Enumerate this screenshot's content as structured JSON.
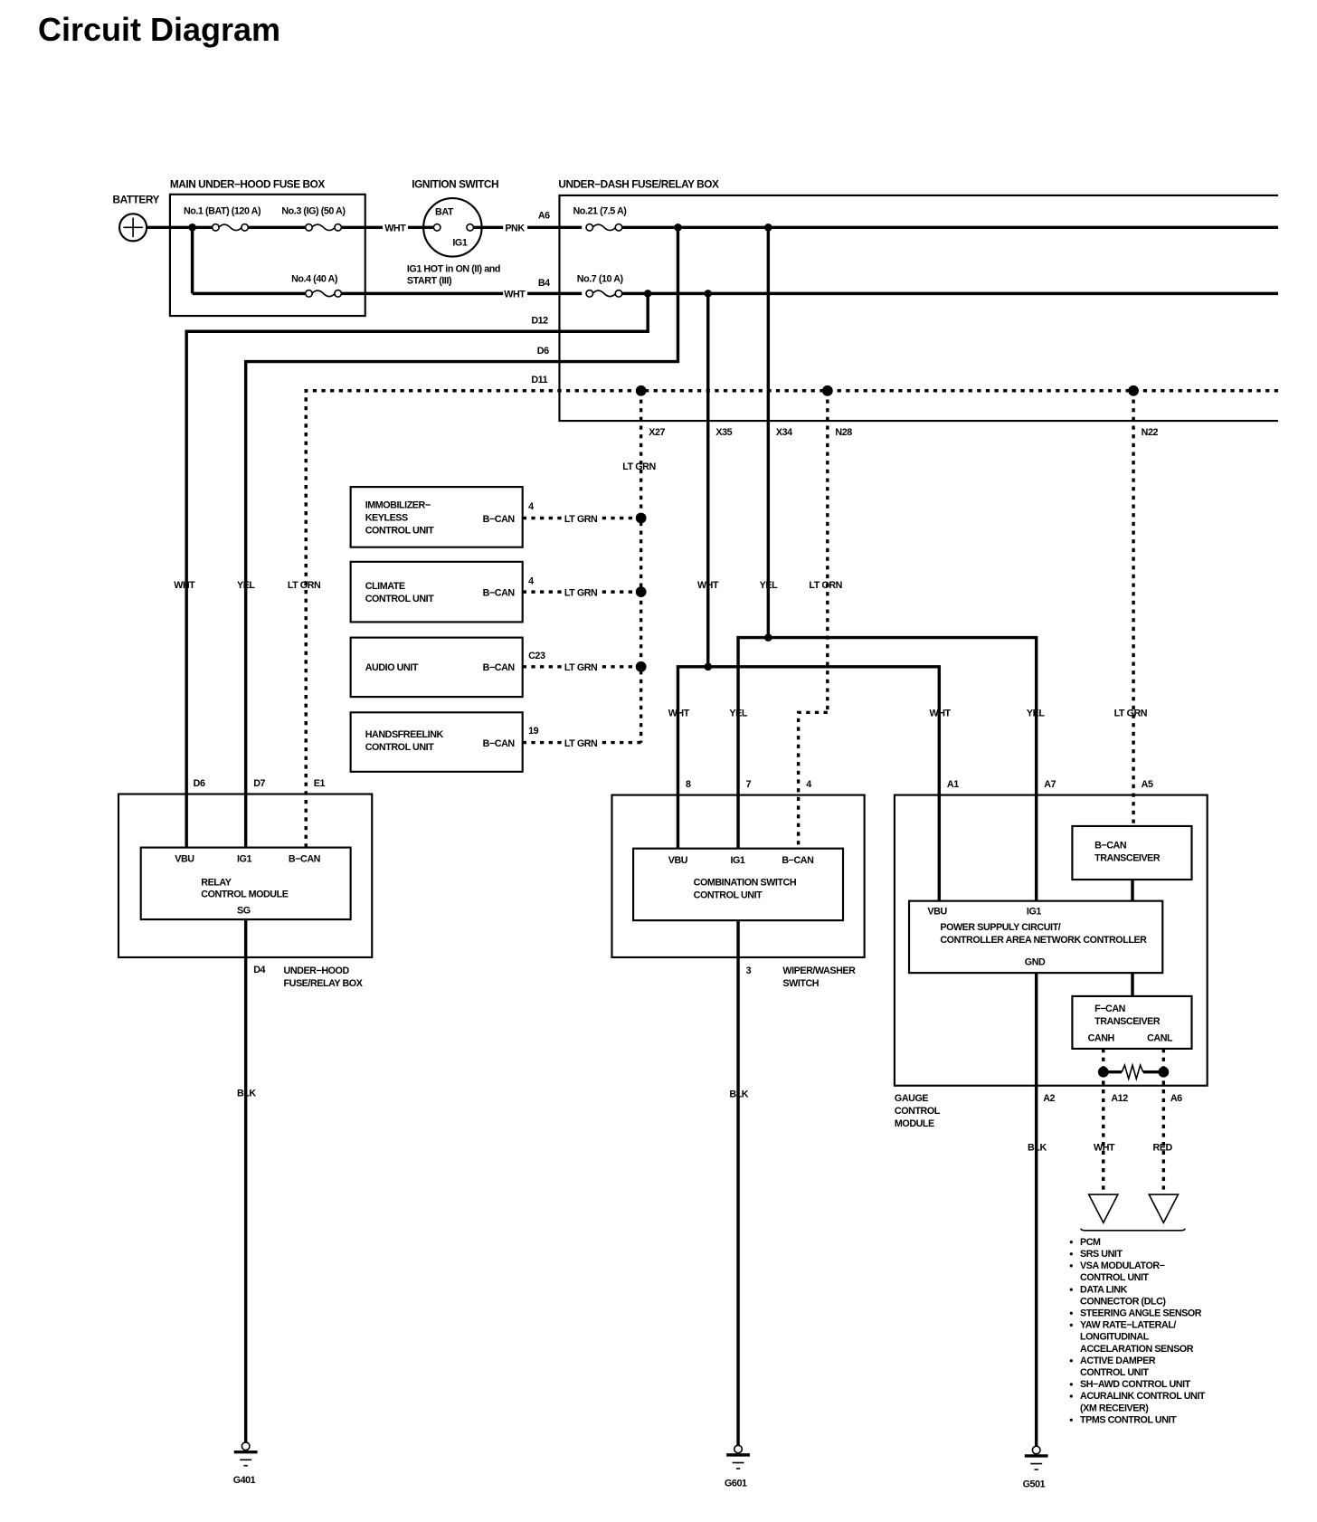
{
  "title": "Circuit Diagram",
  "battery": {
    "label": "BATTERY",
    "symbol": "plus-icon"
  },
  "main_fuse_box": {
    "label": "MAIN UNDER−HOOD FUSE BOX",
    "fuses": [
      "No.1 (BAT) (120 A)",
      "No.3 (IG) (50 A)",
      "No.4 (40 A)"
    ]
  },
  "ignition_switch": {
    "label": "IGNITION SWITCH",
    "terminals": [
      "BAT",
      "IG1"
    ],
    "note_line1": "IG1 HOT in ON (II) and",
    "note_line2": "START (III)"
  },
  "under_dash_box": {
    "label": "UNDER−DASH FUSE/RELAY BOX",
    "fuses": [
      "No.21 (7.5 A)",
      "No.7 (10 A)"
    ],
    "pins_left": [
      "A6",
      "B4",
      "D12",
      "D6",
      "D11"
    ],
    "pins_bottom": [
      "X27",
      "X35",
      "X34",
      "N28",
      "N22"
    ]
  },
  "wires": {
    "wht": "WHT",
    "pnk": "PNK",
    "yel": "YEL",
    "ltgrn": "LT GRN",
    "blk": "BLK",
    "red": "RED"
  },
  "bcan_units": [
    {
      "name_lines": [
        "IMMOBILIZER−",
        "KEYLESS",
        "CONTROL UNIT"
      ],
      "pin_label": "B−CAN",
      "pin": "4",
      "wire": "LT GRN"
    },
    {
      "name_lines": [
        "CLIMATE",
        "CONTROL UNIT"
      ],
      "pin_label": "B−CAN",
      "pin": "4",
      "wire": "LT GRN"
    },
    {
      "name_lines": [
        "AUDIO UNIT"
      ],
      "pin_label": "B−CAN",
      "pin": "C23",
      "wire": "LT GRN"
    },
    {
      "name_lines": [
        "HANDSFREELINK",
        "CONTROL UNIT"
      ],
      "pin_label": "B−CAN",
      "pin": "19",
      "wire": "LT GRN"
    }
  ],
  "relay_module": {
    "pins": [
      "D6",
      "D7",
      "E1"
    ],
    "terminals": [
      "VBU",
      "IG1",
      "B−CAN"
    ],
    "name_lines": [
      "RELAY",
      "CONTROL MODULE"
    ],
    "ground_terminal": "SG",
    "ground_pin": "D4",
    "housing_lines": [
      "UNDER−HOOD",
      "FUSE/RELAY BOX"
    ]
  },
  "combination_switch": {
    "pins": [
      "8",
      "7",
      "4"
    ],
    "terminals": [
      "VBU",
      "IG1",
      "B−CAN"
    ],
    "name_lines": [
      "COMBINATION SWITCH",
      "CONTROL UNIT"
    ],
    "ground_pin": "3",
    "housing_lines": [
      "WIPER/WASHER",
      "SWITCH"
    ]
  },
  "gauge_module": {
    "pins": [
      "A1",
      "A7",
      "A5",
      "A2",
      "A12",
      "A6"
    ],
    "bcan_transceiver": [
      "B−CAN",
      "TRANSCEIVER"
    ],
    "power_terminals": [
      "VBU",
      "IG1",
      "GND"
    ],
    "power_lines": [
      "POWER SUPPULY CIRCUIT/",
      "CONTROLLER AREA NETWORK CONTROLLER"
    ],
    "fcan_transceiver": [
      "F−CAN",
      "TRANSCEIVER"
    ],
    "fcan_terminals": [
      "CANH",
      "CANL"
    ],
    "name_lines": [
      "GAUGE",
      "CONTROL",
      "MODULE"
    ]
  },
  "fcan_destinations": [
    [
      "PCM"
    ],
    [
      "SRS UNIT"
    ],
    [
      "VSA MODULATOR−",
      "CONTROL UNIT"
    ],
    [
      "DATA LINK",
      "CONNECTOR (DLC)"
    ],
    [
      "STEERING ANGLE SENSOR"
    ],
    [
      "YAW RATE−LATERAL/",
      "LONGITUDINAL",
      "ACCELARATION SENSOR"
    ],
    [
      "ACTIVE DAMPER",
      "CONTROL UNIT"
    ],
    [
      "SH−AWD CONTROL UNIT"
    ],
    [
      "ACURALINK CONTROL UNIT",
      "(XM RECEIVER)"
    ],
    [
      "TPMS CONTROL UNIT"
    ]
  ],
  "grounds": [
    "G401",
    "G601",
    "G501"
  ]
}
